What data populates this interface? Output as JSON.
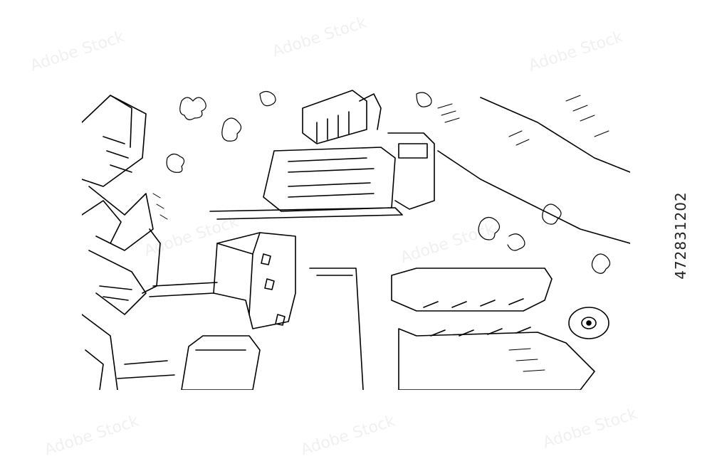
{
  "image": {
    "subject": "Aerial ink sketch of a city square with buildings, trees, fountain and gardens",
    "style": "black line drawing on white",
    "ink_color": "#000000",
    "background_color": "#ffffff"
  },
  "watermark": {
    "text": "Adobe Stock"
  },
  "stock_id": "472831202"
}
